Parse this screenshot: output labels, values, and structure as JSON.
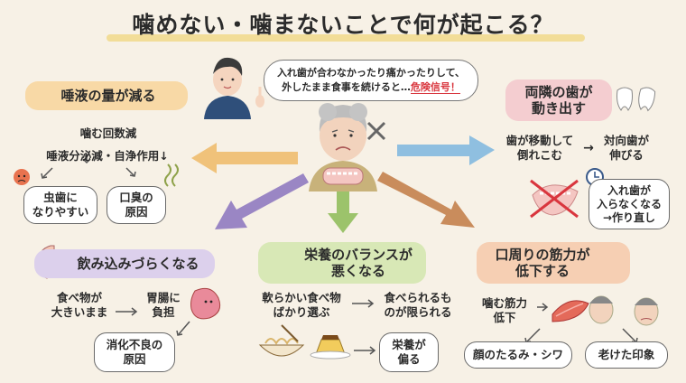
{
  "title": "噛めない・噛まないことで何が起こる？",
  "speech": {
    "line1": "入れ歯が合わなかったり痛かったりして、",
    "line2": "外したまま食事を続けると…",
    "danger": "危険信号！"
  },
  "saliva": {
    "header": "唾液の量が減る",
    "chew_count": "噛む回数減",
    "arrow_down": "↓",
    "secretion": "唾液分泌減・自浄作用↓",
    "cavity": [
      "虫歯に",
      "なりやすい"
    ],
    "breath": [
      "口臭の",
      "原因"
    ]
  },
  "teeth_move": {
    "header": [
      "両隣の歯が",
      "動き出す"
    ],
    "shift": [
      "歯が移動して",
      "倒れこむ"
    ],
    "arrow": "→",
    "opposite": [
      "対向歯が",
      "伸びる"
    ],
    "remake": [
      "入れ歯が",
      "入らなくなる",
      "→作り直し"
    ]
  },
  "swallow": {
    "header": "飲み込みづらくなる",
    "food": [
      "食べ物が",
      "大きいまま"
    ],
    "arrow": "→",
    "stomach": [
      "胃腸に",
      "負担"
    ],
    "indigestion": [
      "消化不良の",
      "原因"
    ]
  },
  "nutrition": {
    "header": [
      "栄養のバランスが",
      "悪くなる"
    ],
    "soft": [
      "軟らかい食べ物",
      "ばかり選ぶ"
    ],
    "arrow": "→",
    "limited": [
      "食べられるも",
      "のが限られる"
    ],
    "biased": [
      "栄養が",
      "偏る"
    ]
  },
  "muscle": {
    "header": [
      "口周りの筋力が",
      "低下する"
    ],
    "weak": [
      "噛む筋力",
      "低下"
    ],
    "sagging": "顔のたるみ・シワ",
    "aged": "老けた印象"
  },
  "colors": {
    "orange_arrow": "#f0c27a",
    "blue_arrow": "#8fbfe0",
    "purple_arrow": "#9a86c4",
    "green_arrow": "#9cc36b",
    "brown_arrow": "#c98c5c",
    "orange_pill": "#f8d9a6",
    "pink_pill": "#f4cdd0",
    "purple_pill": "#dcd0ec",
    "green_pill": "#d8e8b6",
    "peach_pill": "#f6cfb3"
  },
  "icons": [
    "water-drop-icon",
    "down-arrow-icon",
    "tooth-icon",
    "clock-icon",
    "money-bag-icon",
    "face-icon",
    "scale-icon",
    "stomach-icon",
    "muscle-icon"
  ]
}
